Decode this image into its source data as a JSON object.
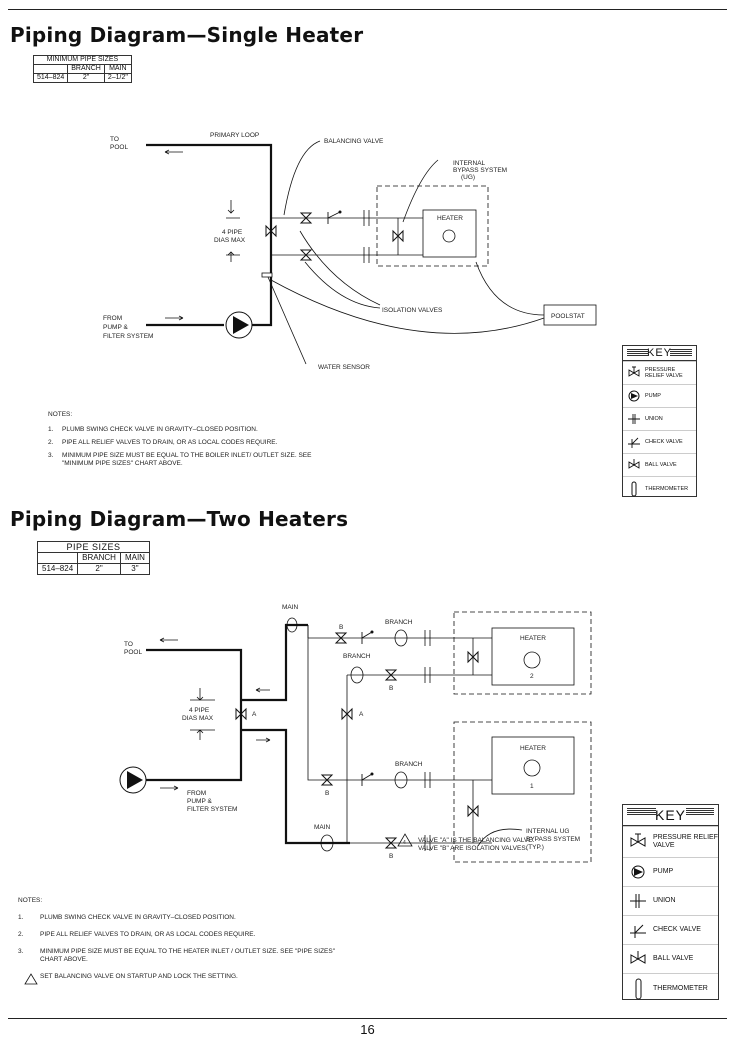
{
  "section1": {
    "title": "Piping Diagram—Single Heater",
    "table": {
      "caption": "MINIMUM PIPE SIZES",
      "headers": [
        "BRANCH",
        "MAIN"
      ],
      "row": {
        "model": "514–824",
        "branch": "2\"",
        "main": "2–1/2\""
      }
    },
    "labels": {
      "to_pool": "TO",
      "to_pool2": "POOL",
      "primary_loop": "PRIMARY LOOP",
      "balancing_valve": "BALANCING VALVE",
      "internal_bypass1": "INTERNAL",
      "internal_bypass2": "BYPASS SYSTEM",
      "internal_bypass3": "(UG)",
      "four_pipe1": "4 PIPE",
      "four_pipe2": "DIAS MAX",
      "heater": "HEATER",
      "isolation_valves": "ISOLATION VALVES",
      "poolstat": "POOLSTAT",
      "from1": "FROM",
      "from2": "PUMP &",
      "from3": "FILTER SYSTEM",
      "water_sensor": "WATER SENSOR"
    },
    "notes_title": "NOTES:",
    "notes": [
      {
        "k": "1.",
        "text": "PLUMB SWING CHECK VALVE IN GRAVITY–CLOSED POSITION."
      },
      {
        "k": "2.",
        "text": "PIPE ALL RELIEF VALVES TO DRAIN, OR AS LOCAL CODES REQUIRE."
      },
      {
        "k": "3.",
        "text": "MINIMUM PIPE SIZE MUST BE EQUAL TO THE BOILER INLET/ OUTLET SIZE.  SEE \"MINIMUM PIPE SIZES\" CHART ABOVE."
      }
    ]
  },
  "section2": {
    "title": "Piping Diagram—Two Heaters",
    "table": {
      "caption": "PIPE SIZES",
      "headers": [
        "BRANCH",
        "MAIN"
      ],
      "row": {
        "model": "514–824",
        "branch": "2\"",
        "main": "3\""
      }
    },
    "labels": {
      "to_pool": "TO",
      "to_pool2": "POOL",
      "main_top": "MAIN",
      "main_bottom": "MAIN",
      "b1": "B",
      "b2": "B",
      "b3": "B",
      "b4": "B",
      "branch1": "BRANCH",
      "branch2": "BRANCH",
      "branch3": "BRANCH",
      "a1": "A",
      "a2": "A",
      "four_pipe1": "4 PIPE",
      "four_pipe2": "DIAS MAX",
      "heater2": "HEATER",
      "heater2_num": "2",
      "heater1": "HEATER",
      "heater1_num": "1",
      "from1": "FROM",
      "from2": "PUMP &",
      "from3": "FILTER SYSTEM",
      "valve_note1": "VALVE \"A\" IS THE BALANCING VALVE.",
      "valve_note2": "VALVE \"B\" ARE ISOLATION VALVES.",
      "internal1": "INTERNAL UG",
      "internal2": "BYPASS SYSTEM",
      "internal3": "(TYP.)",
      "note_marker": "4"
    },
    "notes_title": "NOTES:",
    "notes": [
      {
        "k": "1.",
        "text": "PLUMB SWING CHECK VALVE IN GRAVITY–CLOSED POSITION."
      },
      {
        "k": "2.",
        "text": "PIPE ALL RELIEF VALVES TO DRAIN, OR AS LOCAL CODES REQUIRE."
      },
      {
        "k": "3.",
        "text": "MINIMUM PIPE SIZE MUST BE EQUAL TO THE HEATER INLET / OUTLET SIZE.  SEE \"PIPE SIZES\" CHART ABOVE."
      },
      {
        "k": "4",
        "text": "SET BALANCING VALVE ON STARTUP AND LOCK THE SETTING."
      }
    ]
  },
  "key": {
    "title": "KEY",
    "items": [
      {
        "icon": "pressure-relief-valve-icon",
        "label": "PRESSURE RELIEF VALVE"
      },
      {
        "icon": "pump-icon",
        "label": "PUMP"
      },
      {
        "icon": "union-icon",
        "label": "UNION"
      },
      {
        "icon": "check-valve-icon",
        "label": "CHECK VALVE"
      },
      {
        "icon": "ball-valve-icon",
        "label": "BALL VALVE"
      },
      {
        "icon": "thermometer-icon",
        "label": "THERMOMETER"
      }
    ]
  },
  "page_number": "16"
}
